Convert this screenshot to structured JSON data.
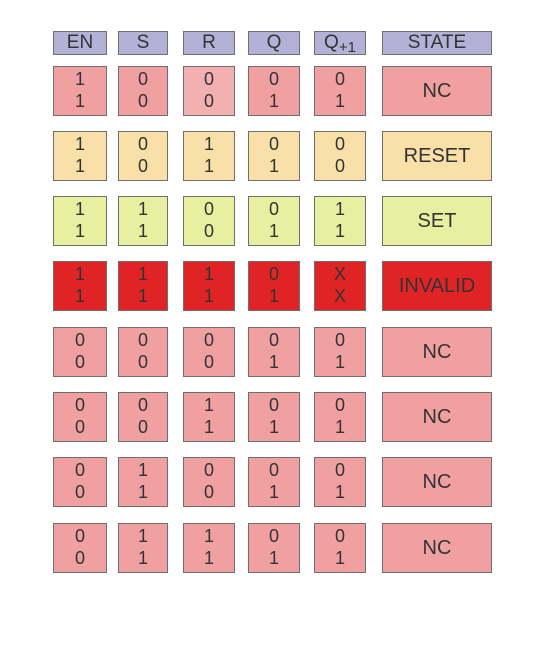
{
  "headers": [
    "EN",
    "S",
    "R",
    "Q",
    "Q",
    "STATE"
  ],
  "q_next_subscript": "+1",
  "rows": [
    {
      "values": [
        [
          "1",
          "1"
        ],
        [
          "0",
          "0"
        ],
        [
          "0",
          "0"
        ],
        [
          "0",
          "1"
        ],
        [
          "0",
          "1"
        ]
      ],
      "state": "NC",
      "color": "#f0a0a0",
      "color_alt": "#f3b0b0"
    },
    {
      "values": [
        [
          "1",
          "1"
        ],
        [
          "0",
          "0"
        ],
        [
          "1",
          "1"
        ],
        [
          "0",
          "1"
        ],
        [
          "0",
          "0"
        ]
      ],
      "state": "RESET",
      "color": "#f8e0a8"
    },
    {
      "values": [
        [
          "1",
          "1"
        ],
        [
          "1",
          "1"
        ],
        [
          "0",
          "0"
        ],
        [
          "0",
          "1"
        ],
        [
          "1",
          "1"
        ]
      ],
      "state": "SET",
      "color": "#e6f0a0"
    },
    {
      "values": [
        [
          "1",
          "1"
        ],
        [
          "1",
          "1"
        ],
        [
          "1",
          "1"
        ],
        [
          "0",
          "1"
        ],
        [
          "X",
          "X"
        ]
      ],
      "state": "INVALID",
      "color": "#e02426"
    },
    {
      "values": [
        [
          "0",
          "0"
        ],
        [
          "0",
          "0"
        ],
        [
          "0",
          "0"
        ],
        [
          "0",
          "1"
        ],
        [
          "0",
          "1"
        ]
      ],
      "state": "NC",
      "color": "#f0a0a0"
    },
    {
      "values": [
        [
          "0",
          "0"
        ],
        [
          "0",
          "0"
        ],
        [
          "1",
          "1"
        ],
        [
          "0",
          "1"
        ],
        [
          "0",
          "1"
        ]
      ],
      "state": "NC",
      "color": "#f0a0a0"
    },
    {
      "values": [
        [
          "0",
          "0"
        ],
        [
          "1",
          "1"
        ],
        [
          "0",
          "0"
        ],
        [
          "0",
          "1"
        ],
        [
          "0",
          "1"
        ]
      ],
      "state": "NC",
      "color": "#f0a0a0"
    },
    {
      "values": [
        [
          "0",
          "0"
        ],
        [
          "1",
          "1"
        ],
        [
          "1",
          "1"
        ],
        [
          "0",
          "1"
        ],
        [
          "0",
          "1"
        ]
      ],
      "state": "NC",
      "color": "#f0a0a0"
    }
  ]
}
